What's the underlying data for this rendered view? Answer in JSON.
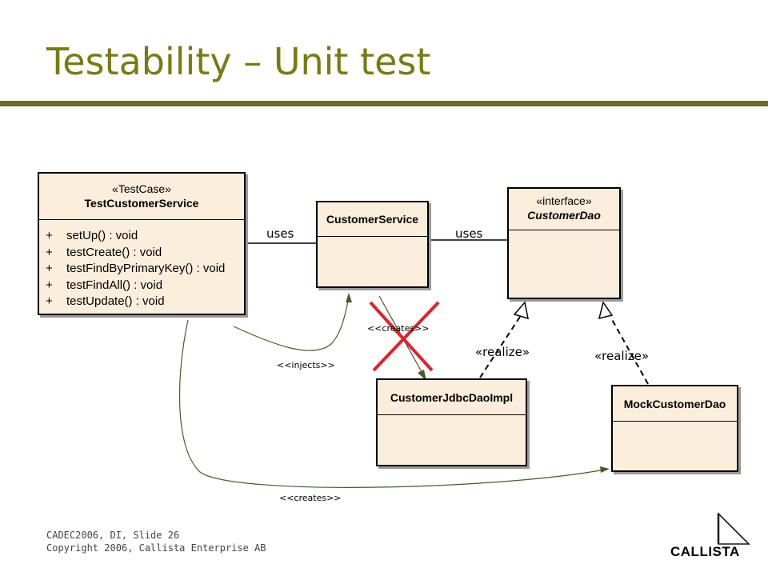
{
  "title": "Testability – Unit test",
  "classes": {
    "test": {
      "stereotype": "«TestCase»",
      "name": "TestCustomerService",
      "ops": [
        {
          "vis": "+",
          "sig": "setUp() : void"
        },
        {
          "vis": "+",
          "sig": "testCreate() : void"
        },
        {
          "vis": "+",
          "sig": "testFindByPrimaryKey() : void"
        },
        {
          "vis": "+",
          "sig": "testFindAll() : void"
        },
        {
          "vis": "+",
          "sig": "testUpdate() : void"
        }
      ]
    },
    "service": {
      "name": "CustomerService"
    },
    "dao": {
      "stereotype": "«interface»",
      "name": "CustomerDao"
    },
    "jdbc": {
      "name": "CustomerJdbcDaoImpl"
    },
    "mock": {
      "name": "MockCustomerDao"
    }
  },
  "labels": {
    "uses1": "uses",
    "uses2": "uses",
    "creates_struck": "<<creates>>",
    "injects": "<<injects>>",
    "realize1": "«realize»",
    "realize2": "«realize»",
    "creates_bottom": "<<creates>>"
  },
  "footer": {
    "line1": "CADEC2006, DI, Slide 26",
    "line2": "Copyright 2006, Callista Enterprise AB"
  },
  "logo": {
    "text": "CALLISTA"
  }
}
